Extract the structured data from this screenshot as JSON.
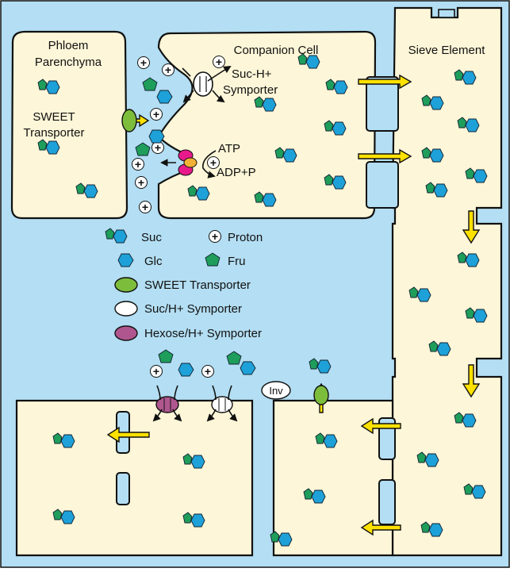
{
  "labels": {
    "phloem_parenchyma_1": "Phloem",
    "phloem_parenchyma_2": "Parenchyma",
    "companion_cell": "Companion Cell",
    "sieve_element": "Sieve Element",
    "sweet_transporter_1": "SWEET",
    "sweet_transporter_2": "Transporter",
    "suc_h_symporter_1": "Suc-H+",
    "suc_h_symporter_2": "Symporter",
    "atp": "ATP",
    "adp_p": "ADP+P",
    "inv": "Inv",
    "plus": "+"
  },
  "legend": {
    "suc": "Suc",
    "proton": "Proton",
    "glc": "Glc",
    "fru": "Fru",
    "sweet": "SWEET Transporter",
    "suc_h": "Suc/H+ Symporter",
    "hexose_h": "Hexose/H+ Symporter"
  },
  "colors": {
    "background": "#b3def3",
    "cell_fill": "#fdf6d8",
    "glucose": "#1ea1d8",
    "fructose": "#1e9e5a",
    "sweet_transporter": "#7dbd3c",
    "hexose_symporter": "#b0568f",
    "atpase": "#e8198b",
    "arrow": "#ffe100"
  }
}
